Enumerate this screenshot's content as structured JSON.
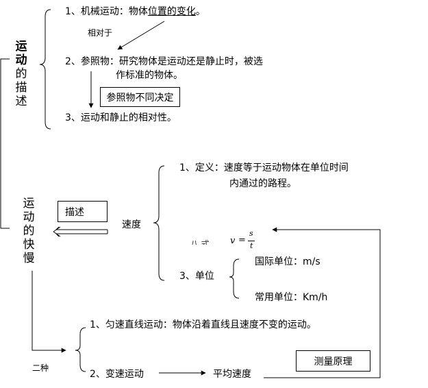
{
  "title_top": [
    "运",
    "动",
    "的",
    "描",
    "述"
  ],
  "title_bottom": [
    "运",
    "动",
    "的",
    "快",
    "慢"
  ],
  "description": {
    "item1_prefix": "1、机械运动：物体",
    "item1_emph": "位置的变化",
    "item1_suffix": "。",
    "relative_note": "相对于",
    "item2_line1": "2、参照物：研究物体是运动还是静止时，被选",
    "item2_line2": "作标准的物体。",
    "box_note": "参照物不同决定",
    "item3": "3、运动和静止的相对性。"
  },
  "speed": {
    "describe_box": "描述",
    "label": "速度",
    "def_line1": "1、定义：速度等于运动物体在单位时间",
    "def_line2": "内通过的路程。",
    "formula_cut": "、 八 式",
    "formula_v": "v",
    "formula_eq": "=",
    "formula_num": "s",
    "formula_den": "t",
    "unit_label": "3、单位",
    "unit_intl": "国际单位：m/s",
    "unit_common": "常用单位：Km/h"
  },
  "motion": {
    "two_kinds": "二种",
    "uniform": "1、匀速直线运动：物体沿着直线且速度不变的运动。",
    "variable": "2、变速运动",
    "average": "平均速度",
    "principle_box": "测量原理"
  }
}
